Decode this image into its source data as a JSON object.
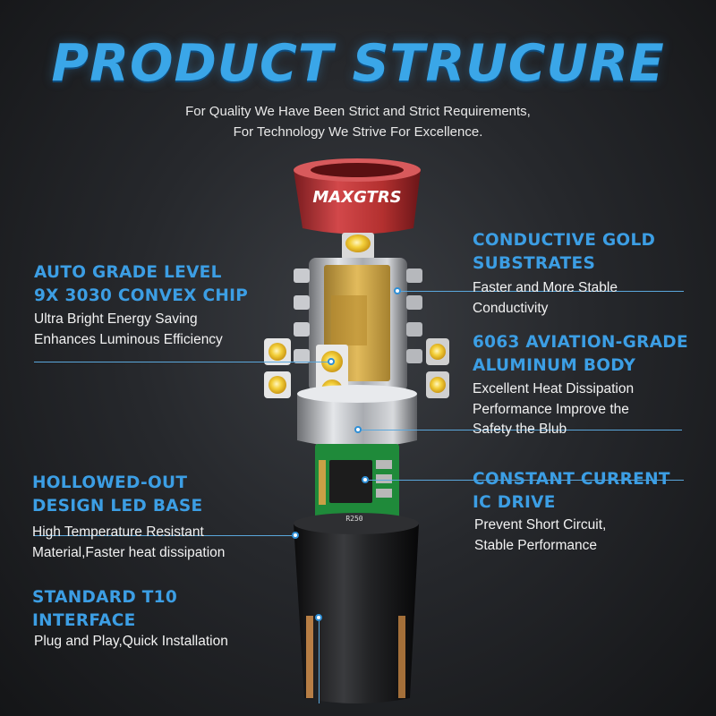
{
  "title": "PRODUCT STRUCURE",
  "subtitle": {
    "line1": "For Quality We Have Been Strict and Strict Requirements,",
    "line2": "For Technology We Strive For Excellence."
  },
  "brand": "MAXGTRS",
  "chip_label": "R250",
  "features_left": [
    {
      "heading": [
        "AUTO GRADE LEVEL",
        "9X 3030 CONVEX CHIP"
      ],
      "desc": [
        "Ultra Bright Energy Saving",
        "Enhances Luminous Efficiency"
      ]
    },
    {
      "heading": [
        "HOLLOWED-OUT",
        "DESIGN LED BASE"
      ],
      "desc": [
        "High Temperature Resistant",
        "Material,Faster heat dissipation"
      ]
    },
    {
      "heading": [
        "STANDARD T10",
        "INTERFACE"
      ],
      "desc": [
        "Plug and Play,Quick Installation"
      ]
    }
  ],
  "features_right": [
    {
      "heading": [
        "CONDUCTIVE GOLD",
        "SUBSTRATES"
      ],
      "desc": [
        "Faster and More Stable",
        "Conductivity"
      ]
    },
    {
      "heading": [
        "6063 AVIATION-GRADE",
        "ALUMINUM BODY"
      ],
      "desc": [
        "Excellent Heat Dissipation",
        "Performance Improve the",
        "Safety the Blub"
      ]
    },
    {
      "heading": [
        "CONSTANT CURRENT",
        "IC DRIVE"
      ],
      "desc": [
        "Prevent Short Circuit,",
        "Stable Performance"
      ]
    }
  ],
  "colors": {
    "accent": "#3c9ee4",
    "cap_red": "#c0393b",
    "led_yellow": "#f3cf3a",
    "pcb_green": "#1f8a3a",
    "gold_substrate": "#c9a046"
  }
}
